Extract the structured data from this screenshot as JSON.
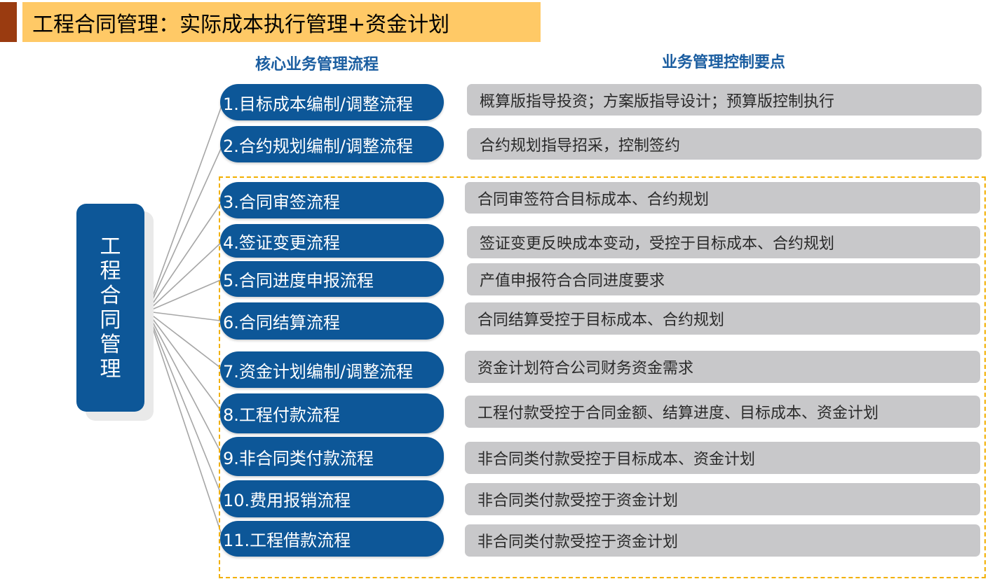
{
  "title": "工程合同管理：实际成本执行管理+资金计划",
  "headers": {
    "processes": "核心业务管理流程",
    "control_points": "业务管理控制要点"
  },
  "root_label": [
    "工",
    "程",
    "合",
    "同",
    "管",
    "理"
  ],
  "processes": [
    "1.目标成本编制/调整流程",
    "2.合约规划编制/调整流程",
    "3.合同审签流程",
    "4.签证变更流程",
    "5.合同进度申报流程",
    "6.合同结算流程",
    "7.资金计划编制/调整流程",
    "8.工程付款流程",
    "9.非合同类付款流程",
    "10.费用报销流程",
    "11.工程借款流程"
  ],
  "control_points": [
    "概算版指导投资；方案版指导设计；预算版控制执行",
    "合约规划指导招采，控制签约",
    "合同审签符合目标成本、合约规划",
    "签证变更反映成本变动，受控于目标成本、合约规划",
    "产值申报符合合同进度要求",
    "合同结算受控于目标成本、合约规划",
    "资金计划符合公司财务资金需求",
    "工程付款受控于合同金额、结算进度、目标成本、资金计划",
    "非合同类付款受控于目标成本、资金计划",
    "非合同类付款受控于资金计划",
    "非合同类付款受控于资金计划"
  ],
  "colors": {
    "process_fill": "#0d5798",
    "control_fill": "#c8c8ca",
    "title_fill": "#ffc966",
    "title_accent": "#9a3b10",
    "header_text": "#1a5da0",
    "dashed_border": "#f2b000",
    "connector": "#a6a6a6"
  }
}
